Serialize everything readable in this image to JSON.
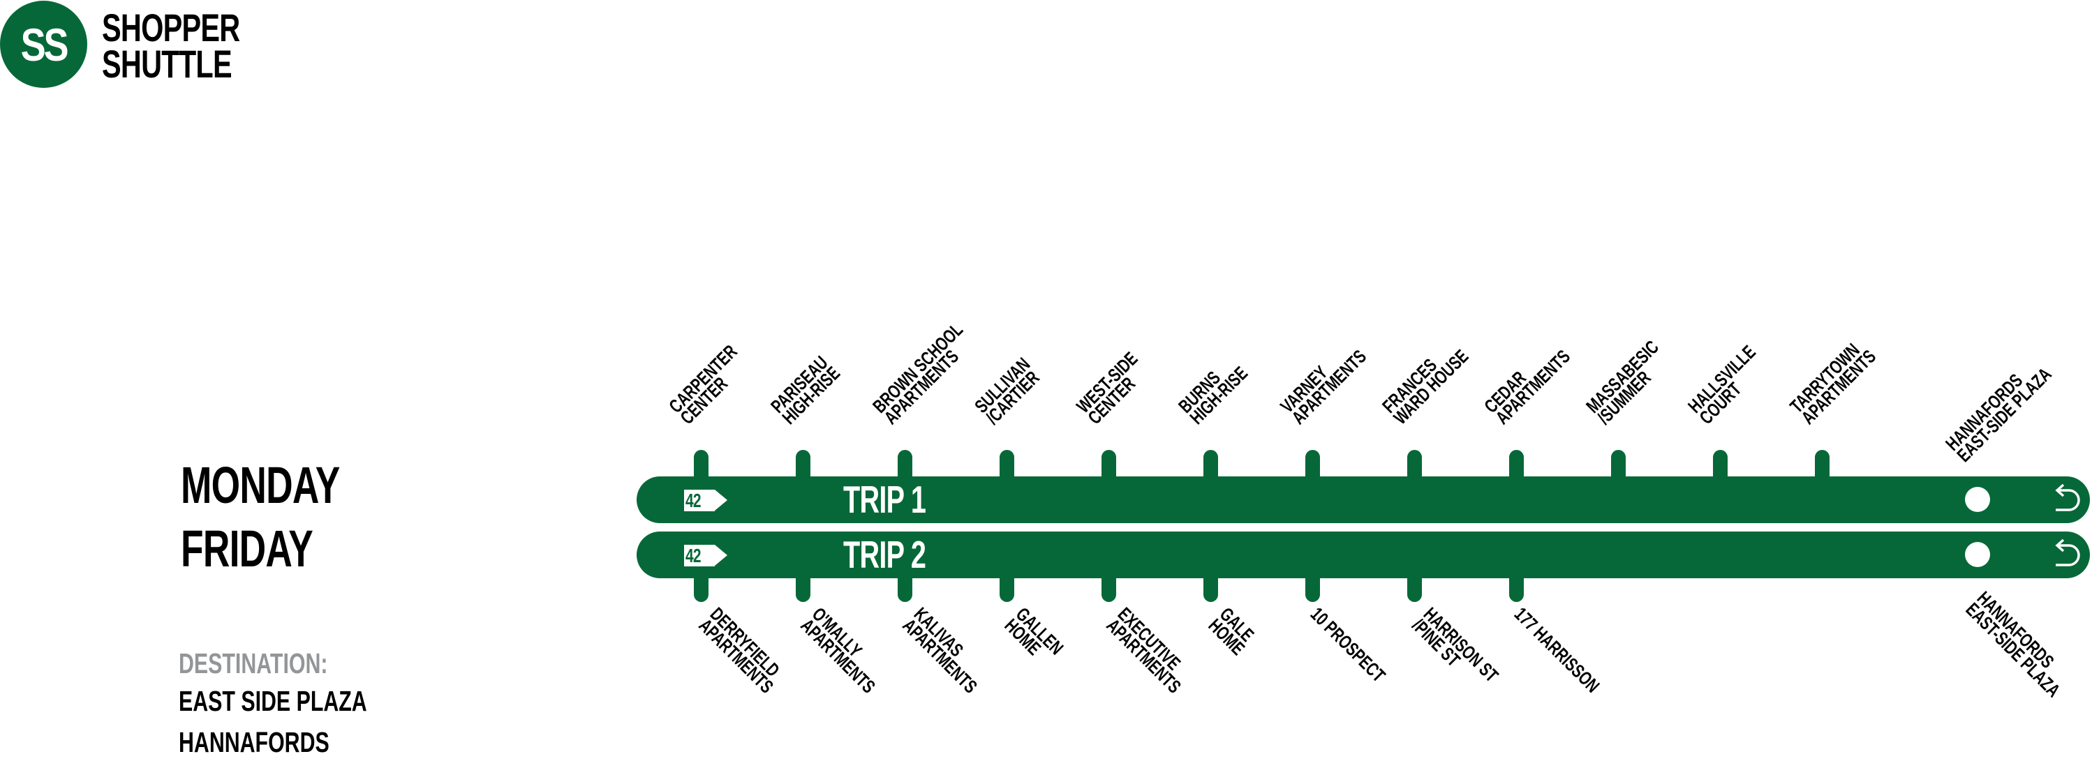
{
  "header": {
    "logo_initials": "SS",
    "title_line1": "SHOPPER",
    "title_line2": "SHUTTLE",
    "brand_color": "#066838"
  },
  "schedule": {
    "days_line1": "MONDAY",
    "days_line2": "FRIDAY"
  },
  "destination": {
    "label": "DESTINATION:",
    "line1": "EAST SIDE PLAZA",
    "line2": "HANNAFORDS",
    "label_color": "#939598"
  },
  "route": {
    "number": "42",
    "trips": [
      {
        "label": "TRIP 1",
        "stops": [
          {
            "line1": "CARPENTER",
            "line2": "CENTER"
          },
          {
            "line1": "PARISEAU",
            "line2": "HIGH-RISE"
          },
          {
            "line1": "BROWN SCHOOL",
            "line2": "APARTMENTS"
          },
          {
            "line1": "SULLIVAN",
            "line2": "/CARTIER"
          },
          {
            "line1": "WEST-SIDE",
            "line2": "CENTER"
          },
          {
            "line1": "BURNS",
            "line2": "HIGH-RISE"
          },
          {
            "line1": "VARNEY",
            "line2": "APARTMENTS"
          },
          {
            "line1": "FRANCES",
            "line2": "WARD HOUSE"
          },
          {
            "line1": "CEDAR",
            "line2": "APARTMENTS"
          },
          {
            "line1": "MASSABESIC",
            "line2": "/SUMMER"
          },
          {
            "line1": "HALLSVILLE",
            "line2": "COURT"
          },
          {
            "line1": "TARRYTOWN",
            "line2": "APARTMENTS"
          }
        ],
        "terminus": {
          "line1": "HANNAFORDS",
          "line2": "EAST-SIDE PLAZA"
        }
      },
      {
        "label": "TRIP 2",
        "stops": [
          {
            "line1": "DERRYFIELD",
            "line2": "APARTMENTS"
          },
          {
            "line1": "O'MALLY",
            "line2": "APARTMENTS"
          },
          {
            "line1": "KALIVAS",
            "line2": "APARTMENTS"
          },
          {
            "line1": "GALLEN",
            "line2": "HOME"
          },
          {
            "line1": "EXECUTIVE",
            "line2": "APARTMENTS"
          },
          {
            "line1": "GALE",
            "line2": "HOME"
          },
          {
            "line1": "10 PROSPECT",
            "line2": ""
          },
          {
            "line1": "HARRISON ST",
            "line2": "/PINE ST"
          },
          {
            "line1": "177 HARRISSON",
            "line2": ""
          }
        ],
        "terminus": {
          "line1": "HANNAFORDS",
          "line2": "EAST-SIDE PLAZA"
        }
      }
    ],
    "icons": {
      "start": "route-42-arrow-badge",
      "terminus": "white-dot",
      "end": "return-arrow"
    }
  }
}
